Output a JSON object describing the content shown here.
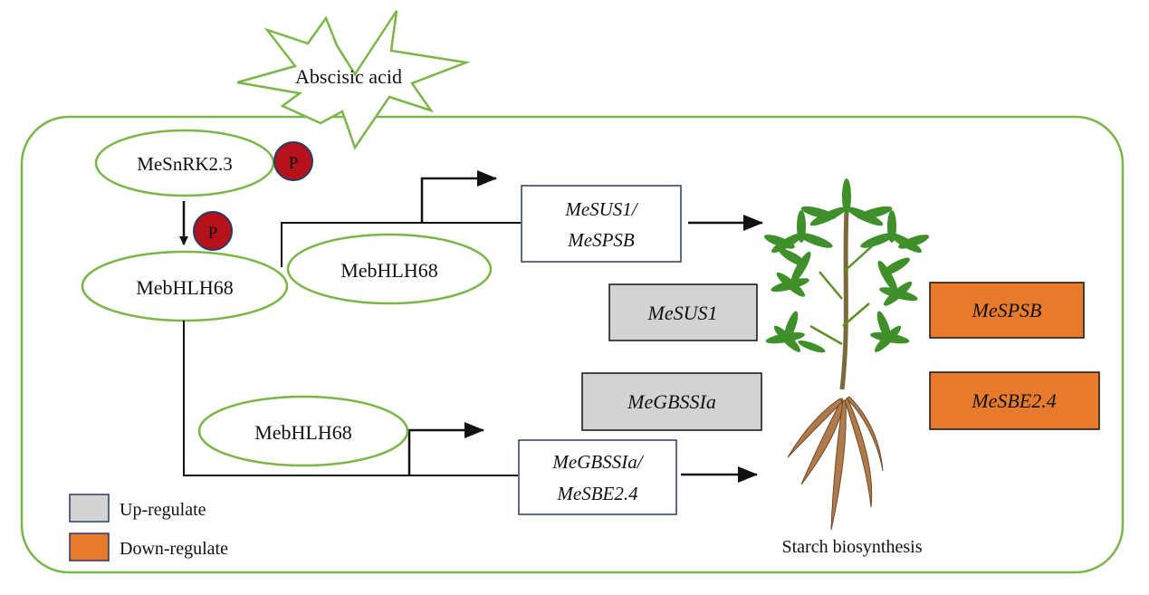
{
  "colors": {
    "outline_green": "#7ab648",
    "phospho_red": "#b5121b",
    "phospho_border": "#2a3a66",
    "box_border": "#2a3a66",
    "up_fill": "#d3d3d3",
    "down_fill": "#e87a2e",
    "line": "#111111",
    "leaf_green": "#3f8f2a",
    "root_brown": "#b07a4a"
  },
  "signal": {
    "label": "Abscisic acid"
  },
  "kinase": {
    "label": "MeSnRK2.3"
  },
  "phospho": {
    "label": "P"
  },
  "tf_main": {
    "label": "MebHLH68"
  },
  "tf_upper": {
    "label": "MebHLH68"
  },
  "tf_lower": {
    "label": "MebHLH68"
  },
  "target_upper": {
    "line1": "MeSUS1/",
    "line2": "MeSPSB"
  },
  "target_lower": {
    "line1": "MeGBSSIa/",
    "line2": "MeSBE2.4"
  },
  "genes": {
    "mesus1": {
      "label": "MeSUS1",
      "regulation": "up"
    },
    "megbssia": {
      "label": "MeGBSSIa",
      "regulation": "up"
    },
    "mespsb": {
      "label": "MeSPSB",
      "regulation": "down"
    },
    "mesbe24": {
      "label": "MeSBE2.4",
      "regulation": "down"
    }
  },
  "legend": {
    "up": "Up-regulate",
    "down": "Down-regulate"
  },
  "outcome": {
    "label": "Starch biosynthesis"
  },
  "plant": {
    "icon": "cassava-plant-icon"
  }
}
